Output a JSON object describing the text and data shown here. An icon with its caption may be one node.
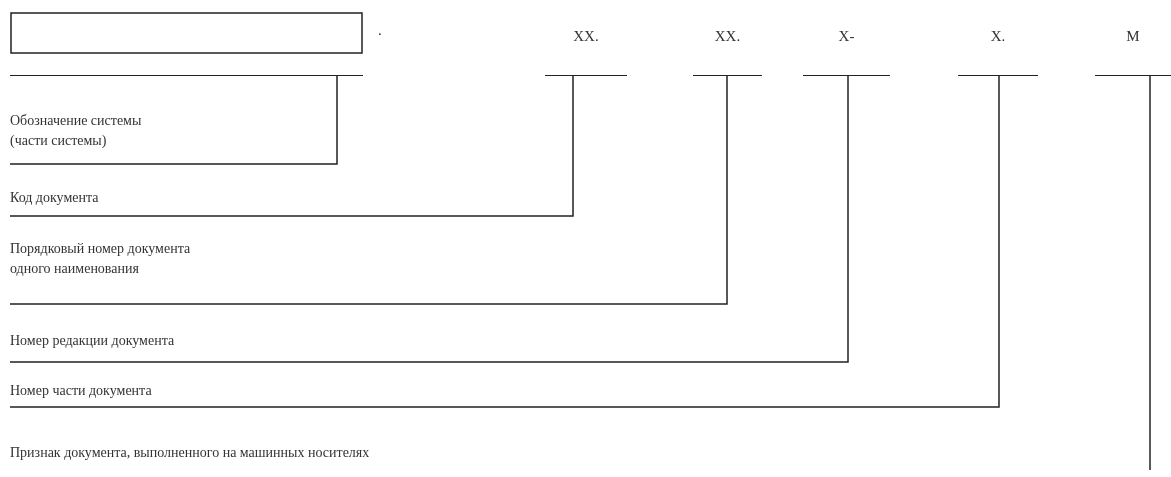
{
  "diagram": {
    "nodes": [
      {
        "text": [],
        "shape": "box"
      },
      {
        "text": [
          "XX."
        ]
      },
      {
        "text": [
          "XX."
        ]
      },
      {
        "text": [
          "X-"
        ]
      },
      {
        "text": [
          "X."
        ]
      },
      {
        "text": [
          "M"
        ]
      },
      {
        "text": [
          "Обозначение системы (части системы)"
        ]
      },
      {
        "text": [
          "Код документа"
        ]
      },
      {
        "text": [
          "Порядковый номер документа одного наименования"
        ]
      },
      {
        "text": [
          "Номер редакции документа"
        ]
      },
      {
        "text": [
          "Номер части документа"
        ]
      },
      {
        "text": [
          "Признак документа, выполненного на машинных носителях"
        ]
      }
    ],
    "edges": [
      {
        "from": 0,
        "to": 6,
        "arrow": "none"
      },
      {
        "from": 1,
        "to": 7,
        "arrow": "none"
      },
      {
        "from": 2,
        "to": 8,
        "arrow": "none"
      },
      {
        "from": 3,
        "to": 9,
        "arrow": "none"
      },
      {
        "from": 4,
        "to": 10,
        "arrow": "none"
      },
      {
        "from": 5,
        "to": null,
        "arrow": "none"
      }
    ],
    "labels": [
      "."
    ]
  }
}
